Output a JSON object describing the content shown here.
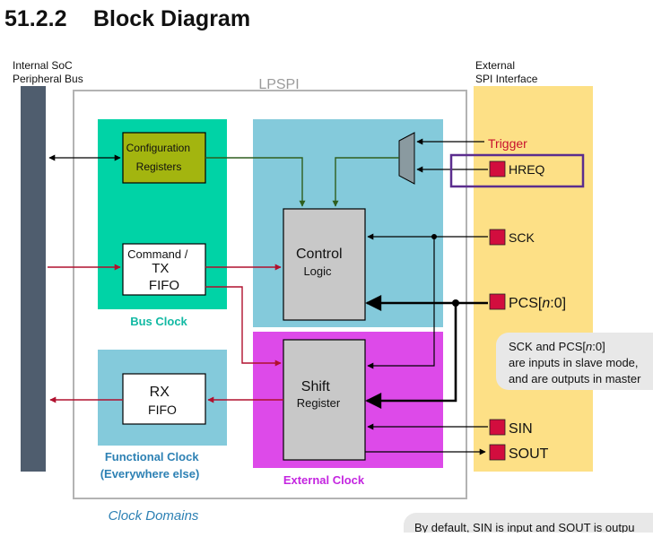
{
  "heading": {
    "number": "51.2.2",
    "title": "Block Diagram"
  },
  "bus_label": [
    "Internal SoC",
    "Peripheral Bus"
  ],
  "spi_label": [
    "External",
    "SPI Interface"
  ],
  "lpspi_label": "LPSPI",
  "blocks": {
    "config": [
      "Configuration",
      "Registers"
    ],
    "command": [
      "Command /",
      "TX",
      "FIFO"
    ],
    "rx": [
      "RX",
      "FIFO"
    ],
    "control": [
      "Control",
      "Logic"
    ],
    "shift": [
      "Shift",
      "Register"
    ]
  },
  "domains": {
    "bus_clock": "Bus Clock",
    "functional_clock": [
      "Functional Clock",
      "(Everywhere else)"
    ],
    "external_clock": "External Clock",
    "clock_domains": "Clock Domains"
  },
  "signals": {
    "trigger": "Trigger",
    "hreq": "HREQ",
    "sck": "SCK",
    "pcs": {
      "prefix": "PCS[",
      "n": "n",
      "suffix": ":0]"
    },
    "sin": "SIN",
    "sout": "SOUT"
  },
  "notes": {
    "sck_pcs": {
      "line1_prefix": "SCK and PCS[",
      "line1_n": "n",
      "line1_suffix": ":0]",
      "line2": "are inputs in slave mode,",
      "line3": "and are outputs in master"
    },
    "default": "By default, SIN is input and SOUT is outpu"
  },
  "colors": {
    "bus_bar": "#4f5d6e",
    "bus_clock": "#00d3a6",
    "functional_clock": "#84cadb",
    "external_clock": "#dd4ae9",
    "spi_interface": "#fde086",
    "config_block": "#a3b50f",
    "pin": "#d20d3e",
    "hreq_highlight": "#5b2d8e",
    "domain_text_teal": "#12b9a3",
    "domain_text_blue": "#2d81b4",
    "domain_text_magenta": "#c425e0",
    "trigger_text": "#c8102e"
  }
}
